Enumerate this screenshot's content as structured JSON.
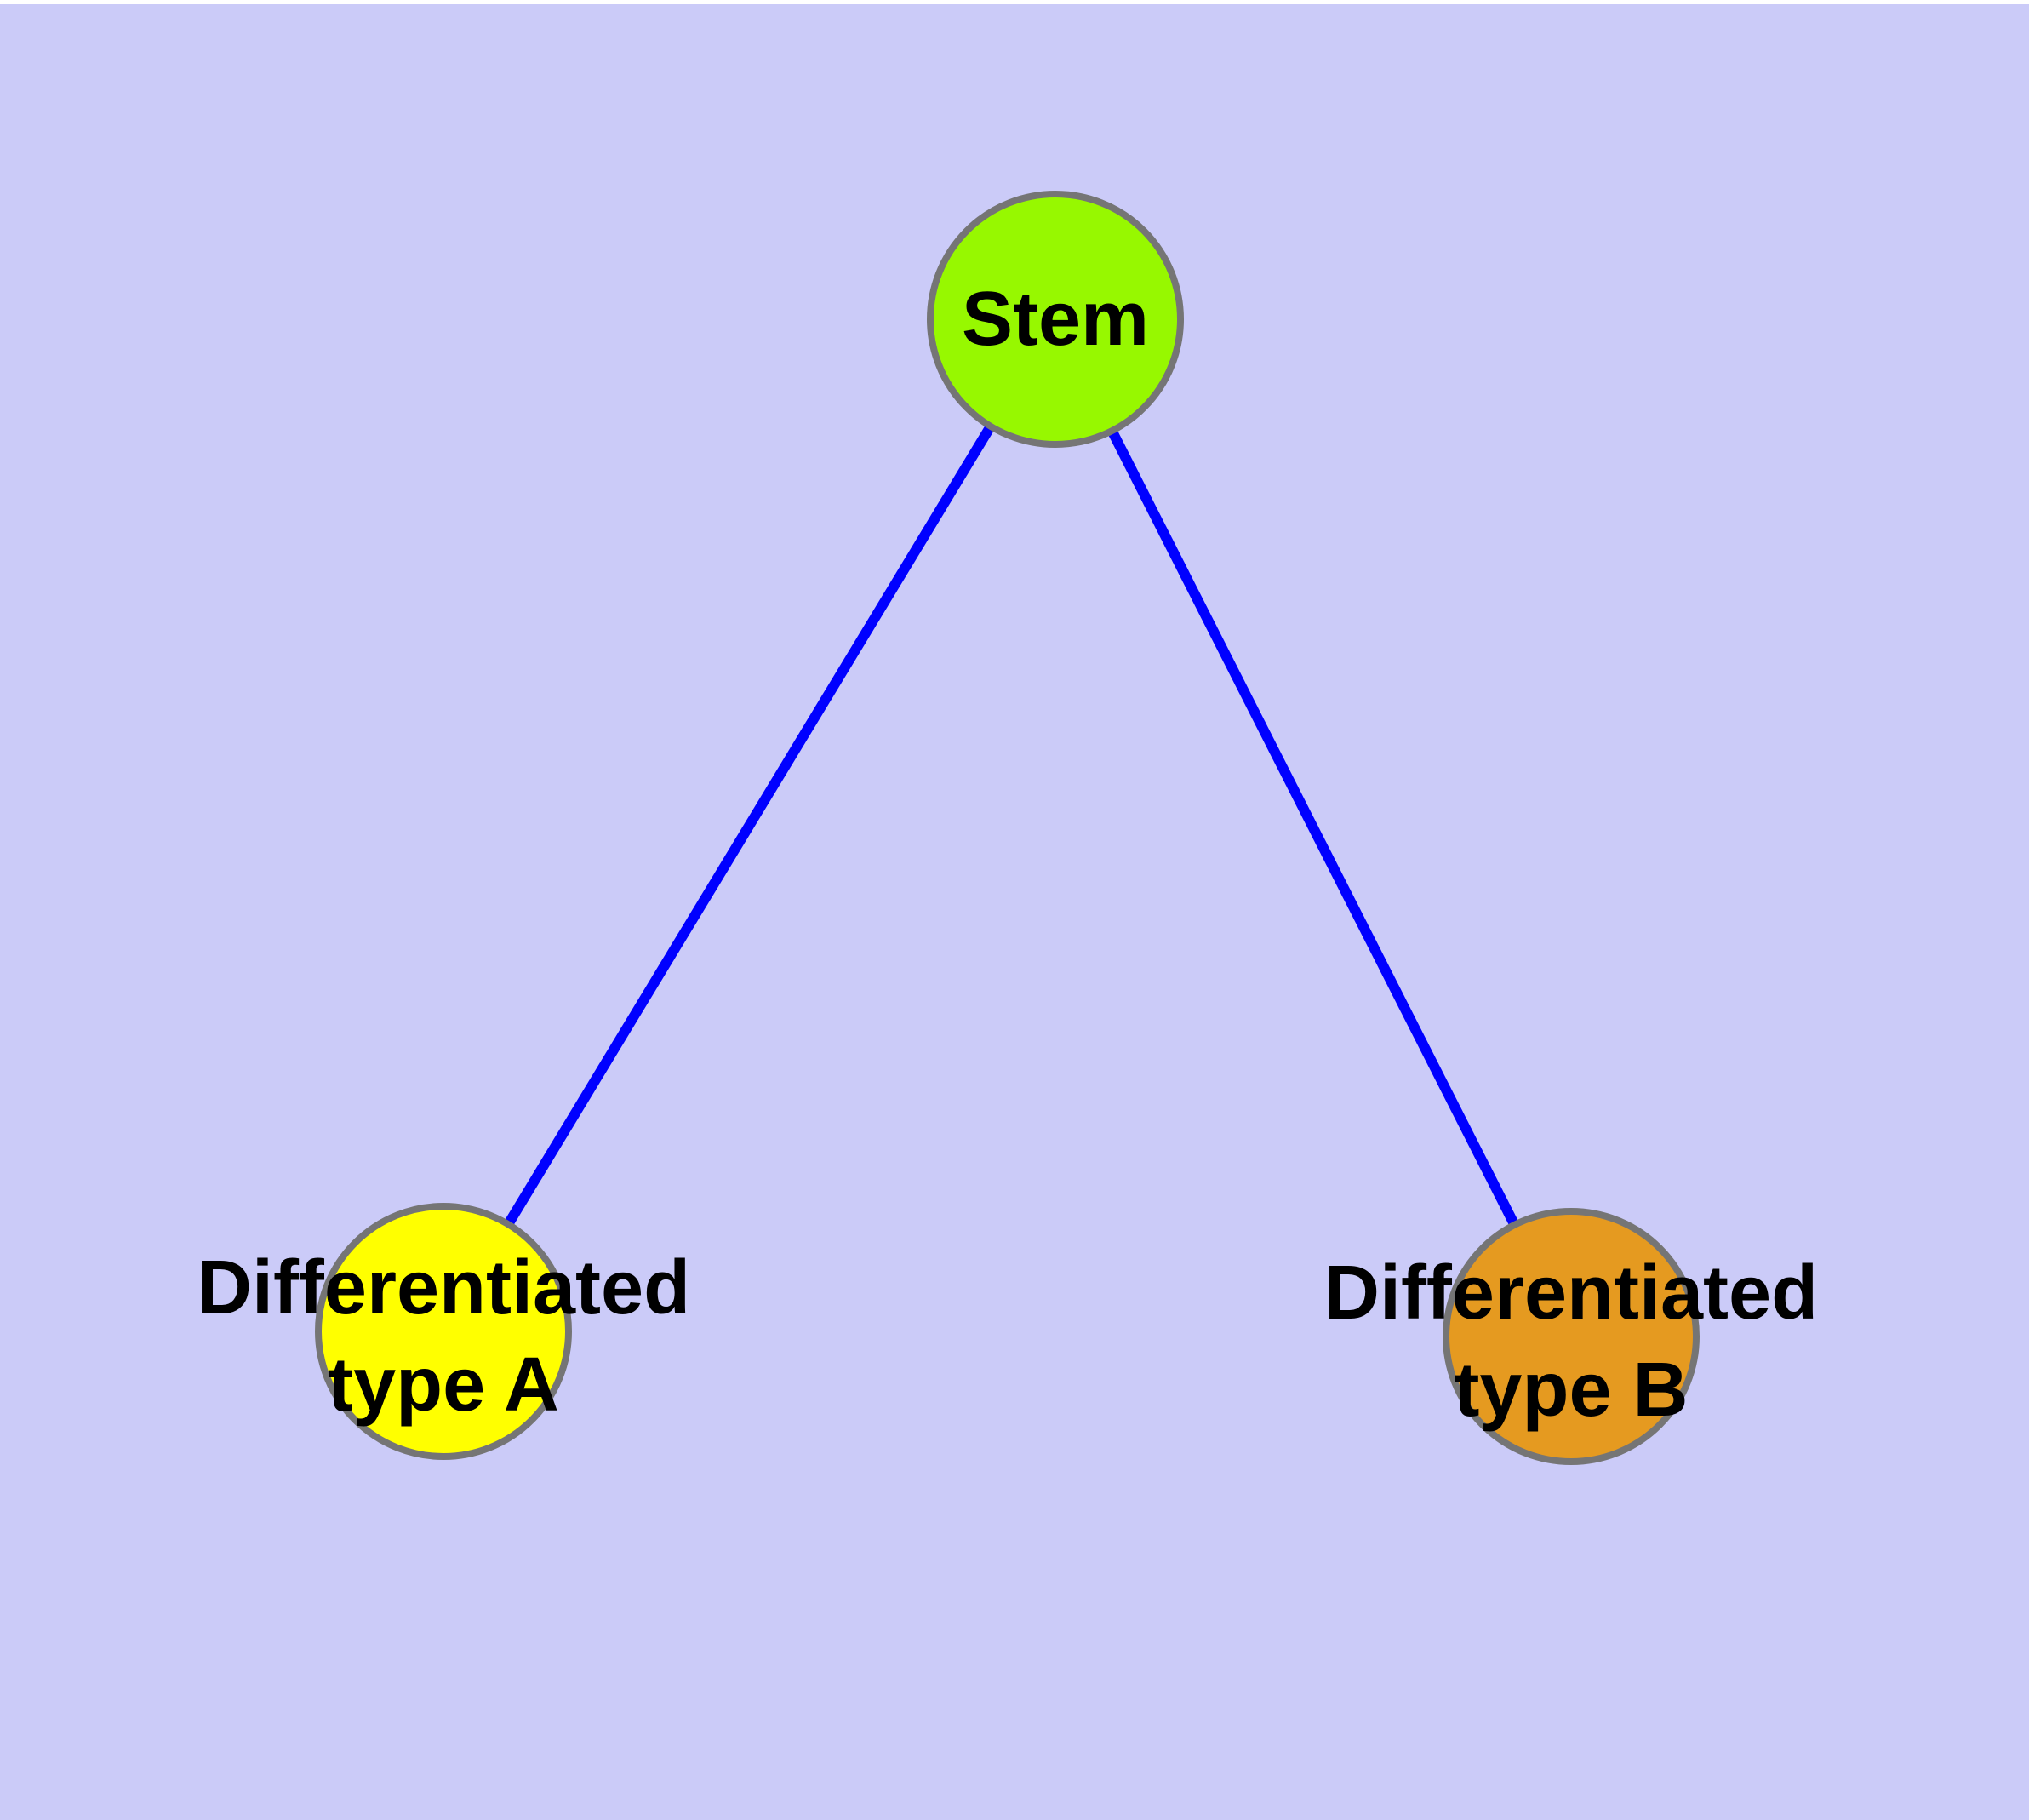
{
  "diagram": {
    "background_color": "#CBCBF8",
    "top_margin_color": "#FFFFFF",
    "edge_color": "#0000FF",
    "edge_width": 12,
    "node_stroke_color": "#757575",
    "label_color": "#000000",
    "nodes": [
      {
        "id": "stem",
        "label": "Stem",
        "fill_color": "#97F800"
      },
      {
        "id": "differentiated-type-a",
        "label": "Differentiated\ntype A",
        "fill_color": "#FFFF00"
      },
      {
        "id": "differentiated-type-b",
        "label": "Differentiated\ntype B",
        "fill_color": "#E59A20"
      }
    ],
    "edges": [
      {
        "from": "Stem",
        "to": "Differentiated type A"
      },
      {
        "from": "Stem",
        "to": "Differentiated type B"
      }
    ]
  }
}
